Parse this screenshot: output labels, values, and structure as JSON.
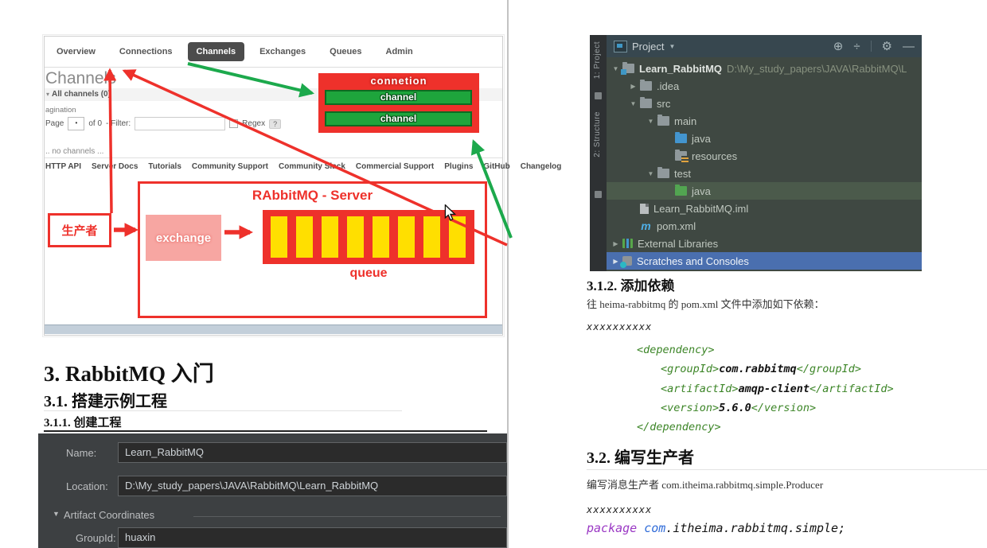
{
  "colors": {
    "diagram_red": "#ee312b",
    "channel_green": "#1ea53c",
    "arrow_green": "#1ca94c",
    "queue_yellow": "#ffdf00",
    "idea_dialog_bg": "#3d4042",
    "idea_selection_blue": "#4a6faf"
  },
  "left": {
    "shot": {
      "tabs": [
        "Overview",
        "Connections",
        "Channels",
        "Exchanges",
        "Queues",
        "Admin"
      ],
      "active_tab": "Channels",
      "title": "Channels",
      "band_caret": "▾",
      "band": "All channels (0)",
      "pagination": "agination",
      "page_label": "Page",
      "page_value": "•",
      "of_label": "of 0",
      "filter_label": "- Filter:",
      "regex_label": "Regex",
      "help_label": "?",
      "no_channels": ".. no channels ...",
      "links": [
        "HTTP API",
        "Server Docs",
        "Tutorials",
        "Community Support",
        "Community Slack",
        "Commercial Support",
        "Plugins",
        "GitHub",
        "Changelog"
      ]
    },
    "diagram": {
      "connection": "connetion",
      "channel_top": "channel",
      "channel_bottom": "channel",
      "server": "RAbbitMQ - Server",
      "producer": "生产者",
      "exchange": "exchange",
      "queue": "queue"
    },
    "headings": {
      "h1": "3. RabbitMQ 入门",
      "h2": "3.1. 搭建示例工程",
      "h3": "3.1.1. 创建工程"
    },
    "dialog": {
      "name_label": "Name:",
      "name_value": "Learn_RabbitMQ",
      "location_label": "Location:",
      "location_value": "D:\\My_study_papers\\JAVA\\RabbitMQ\\Learn_RabbitMQ",
      "artifact_caret": "▼",
      "artifact_label": "Artifact Coordinates",
      "groupid_label": "GroupId:",
      "groupid_value": "huaxin"
    }
  },
  "right": {
    "panel": {
      "stripe_project": "1: Project",
      "stripe_structure": "2: Structure",
      "title": "Project",
      "title_caret": "▼",
      "icon_locate": "⊕",
      "icon_collapse": "÷",
      "icon_settings": "⚙",
      "icon_hide": "—",
      "maven_glyph": "m",
      "tree": [
        {
          "arrow": "▼",
          "icon": "project-folder",
          "label": "Learn_RabbitMQ",
          "path": "D:\\My_study_papers\\JAVA\\RabbitMQ\\L"
        },
        {
          "arrow": "▶",
          "icon": "folder",
          "label": ".idea"
        },
        {
          "arrow": "▼",
          "icon": "folder",
          "label": "src"
        },
        {
          "arrow": "▼",
          "icon": "folder",
          "label": "main"
        },
        {
          "arrow": "",
          "icon": "sources-folder",
          "label": "java"
        },
        {
          "arrow": "",
          "icon": "resources-folder",
          "label": "resources"
        },
        {
          "arrow": "▼",
          "icon": "folder",
          "label": "test"
        },
        {
          "arrow": "",
          "icon": "test-sources-folder",
          "label": "java"
        },
        {
          "arrow": "",
          "icon": "iml-file",
          "label": "Learn_RabbitMQ.iml"
        },
        {
          "arrow": "",
          "icon": "maven-file",
          "label": "pom.xml"
        },
        {
          "arrow": "▶",
          "icon": "libraries",
          "label": "External Libraries"
        },
        {
          "arrow": "▶",
          "icon": "scratches",
          "label": "Scratches and Consoles"
        }
      ]
    },
    "sections": {
      "h312": "3.1.2. 添加依赖",
      "p312": "往 heima-rabbitmq 的 pom.xml 文件中添加如下依赖：",
      "placeholder1": "xxxxxxxxxx",
      "h32": "3.2. 编写生产者",
      "p32": "编写消息生产者 com.itheima.rabbitmq.simple.Producer",
      "placeholder2": "xxxxxxxxxx"
    },
    "xml_code": [
      [
        "<dependency>"
      ],
      [
        "<groupId>",
        "com.rabbitmq",
        "</groupId>"
      ],
      [
        "<artifactId>",
        "amqp-client",
        "</artifactId>"
      ],
      [
        "<version>",
        "5.6.0",
        "</version>"
      ],
      [
        "</dependency>"
      ]
    ],
    "java_code": [
      "package ",
      "com",
      ".itheima.rabbitmq.simple;"
    ]
  }
}
